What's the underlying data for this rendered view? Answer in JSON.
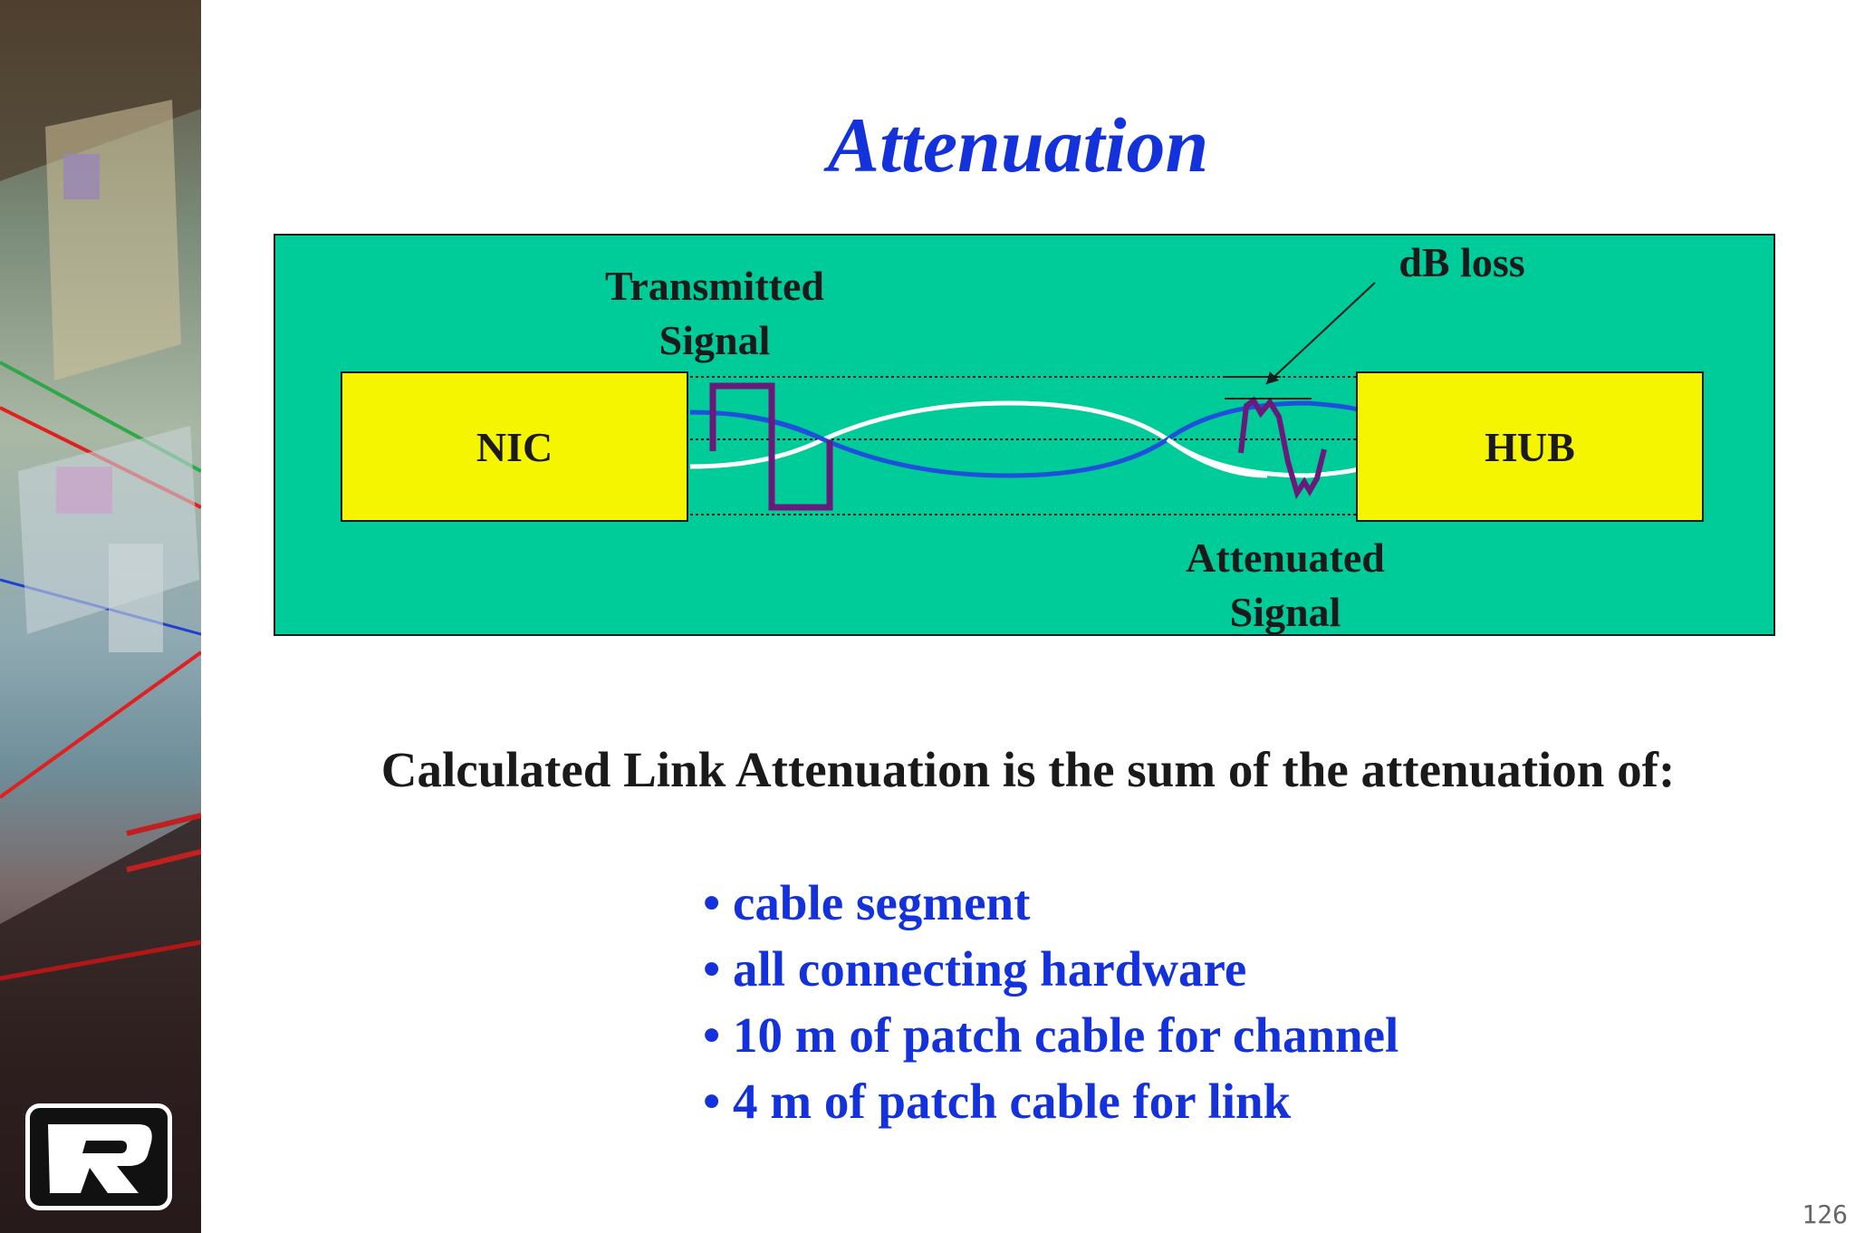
{
  "slide": {
    "title": "Attenuation",
    "page_number": "126"
  },
  "diagram": {
    "nic_label": "NIC",
    "hub_label": "HUB",
    "transmitted_line1": "Transmitted",
    "transmitted_line2": "Signal",
    "attenuated_line1": "Attenuated",
    "attenuated_line2": "Signal",
    "db_loss_label": "dB loss"
  },
  "summary": "Calculated Link Attenuation is the sum of the attenuation of:",
  "bullets": [
    "• cable segment",
    "• all connecting hardware",
    "• 10 m of patch cable for channel",
    "• 4 m of patch cable for link"
  ],
  "colors": {
    "title": "#1432dc",
    "diagram_bg": "#00cc99",
    "box_fill": "#f5f500",
    "signal": "#6a1a7a",
    "cable_blue": "#1e50dc",
    "cable_white": "#ffffff"
  }
}
